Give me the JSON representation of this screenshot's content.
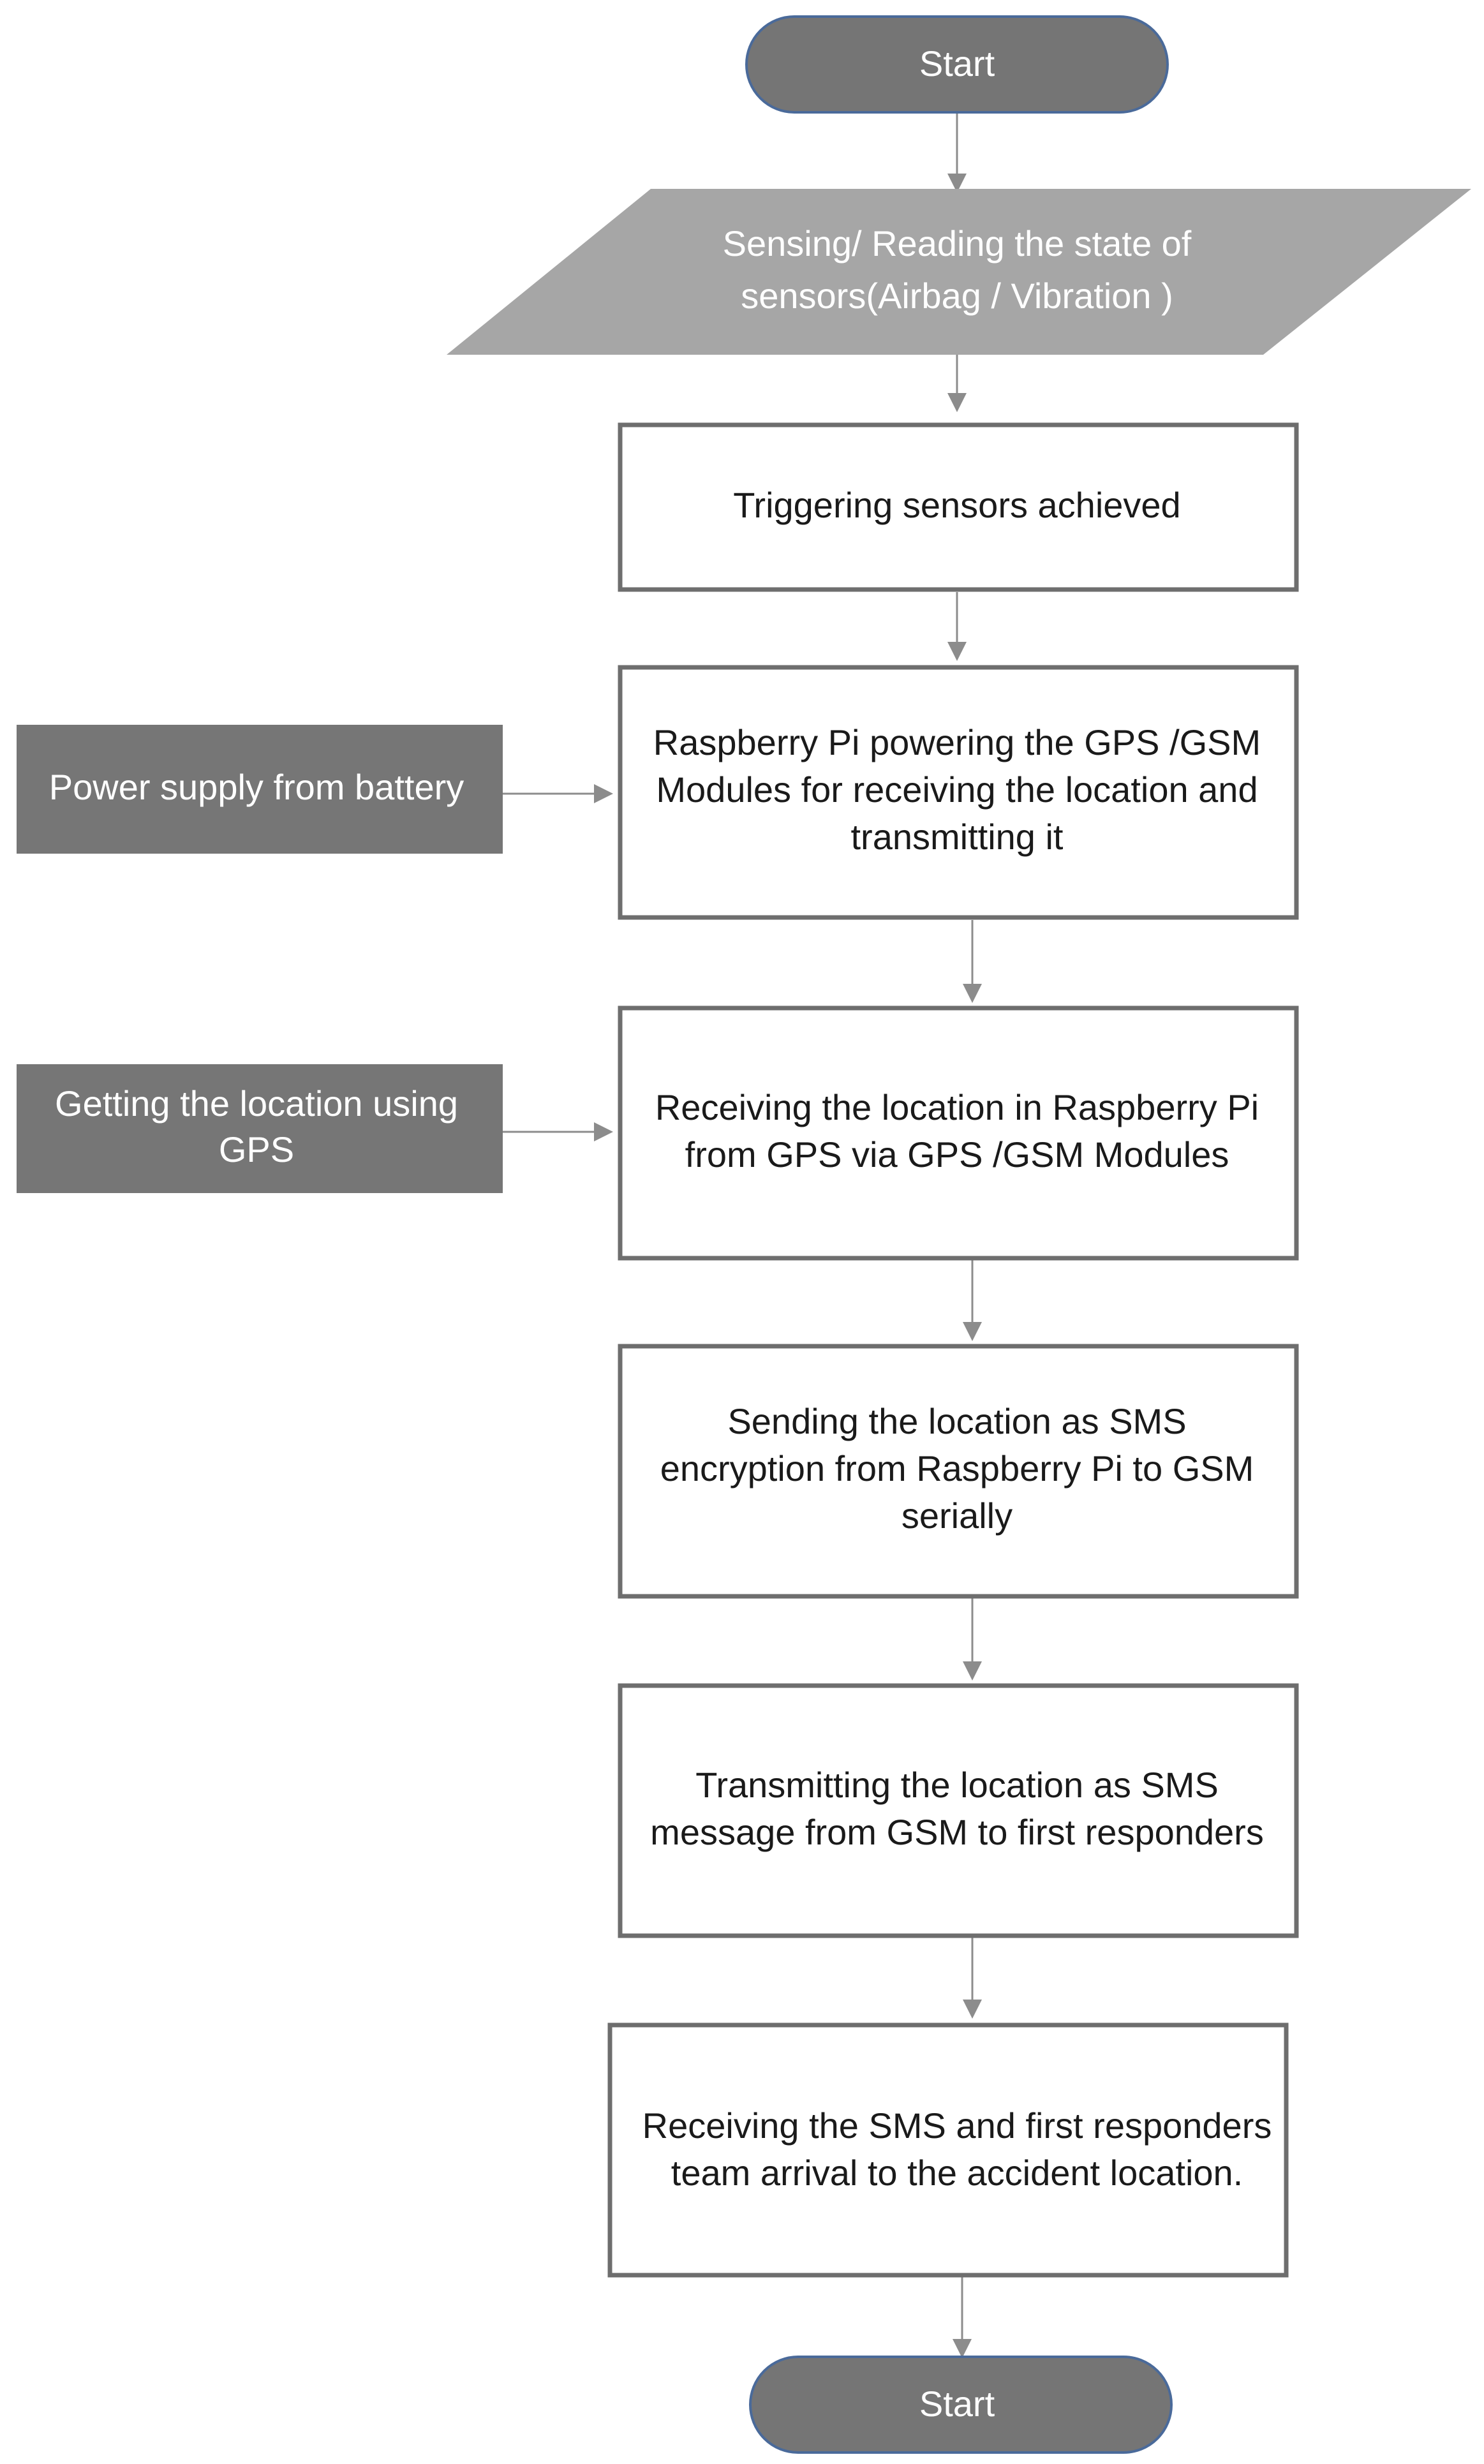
{
  "flowchart": {
    "start_terminal": {
      "label": "Start"
    },
    "end_terminal": {
      "label": "Start"
    },
    "input_sensing": {
      "lines": [
        "Sensing/ Reading  the state of",
        "sensors(Airbag / Vibration )"
      ]
    },
    "process_steps": [
      {
        "lines": [
          "Triggering sensors achieved"
        ]
      },
      {
        "lines": [
          "Raspberry Pi powering the GPS /GSM",
          "Modules for receiving the location and",
          "transmitting it"
        ]
      },
      {
        "lines": [
          "Receiving the location in Raspberry Pi",
          "from GPS via GPS /GSM Modules"
        ]
      },
      {
        "lines": [
          "Sending the location as SMS",
          "encryption from Raspberry Pi to GSM",
          "serially"
        ]
      },
      {
        "lines": [
          "Transmitting the location as SMS",
          "message from GSM to first responders"
        ]
      },
      {
        "lines": [
          "Receiving the SMS and first responders",
          "team arrival to the accident location."
        ]
      }
    ],
    "side_inputs": [
      {
        "lines": [
          "Power supply from battery"
        ],
        "target_step": 1
      },
      {
        "lines": [
          "Getting the location using",
          "GPS"
        ],
        "target_step": 2
      }
    ],
    "colors": {
      "terminal_fill": "#757575",
      "terminal_stroke": "#4a6a9a",
      "input_fill": "#a6a6a6",
      "side_input_fill": "#767676",
      "process_fill": "#ffffff",
      "process_stroke": "#6e6e6e",
      "arrow": "#8c8c8c",
      "light_text": "#ffffff",
      "dark_text": "#1a1a1a"
    }
  }
}
